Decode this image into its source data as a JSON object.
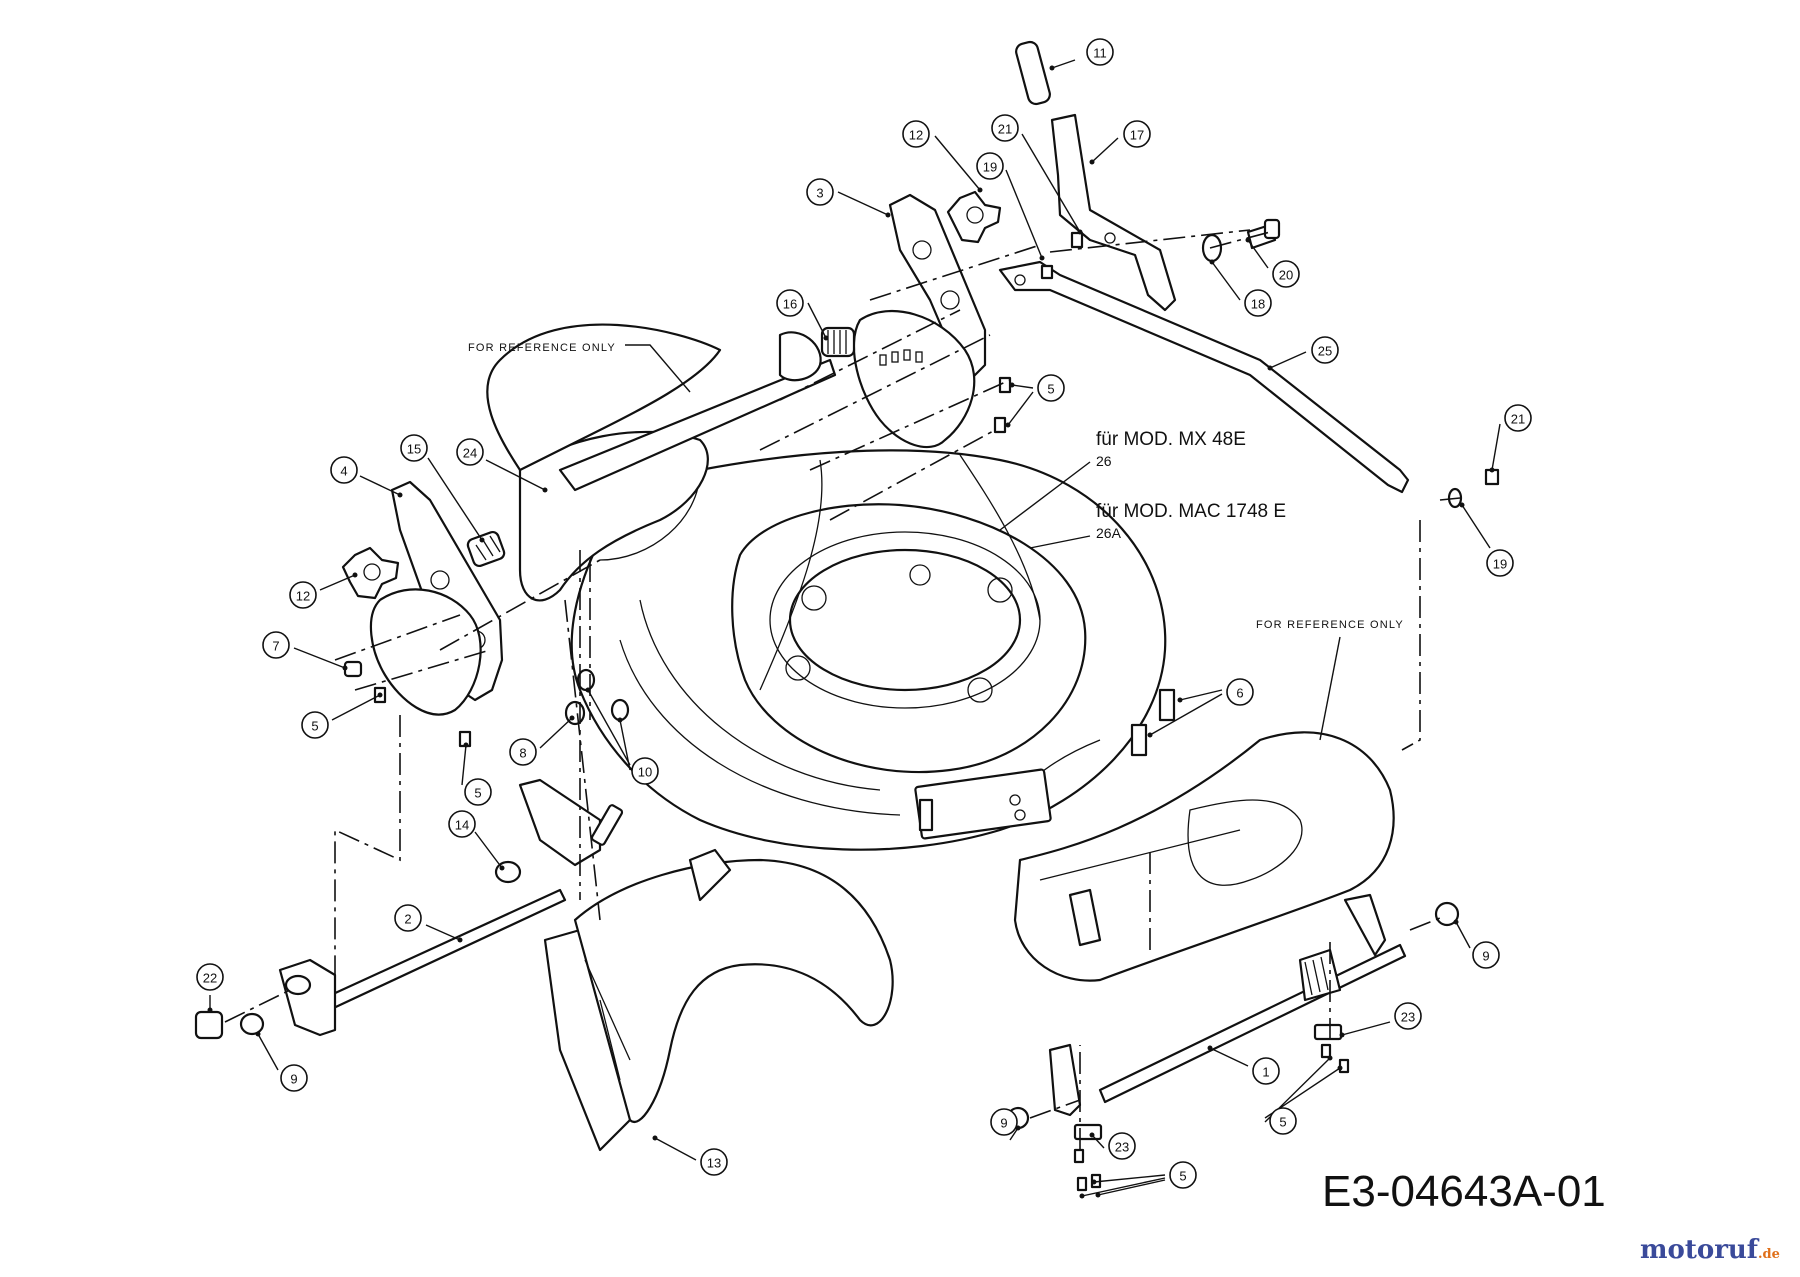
{
  "diagram": {
    "reference_note_top": "FOR REFERENCE ONLY",
    "reference_note_right": "FOR REFERENCE ONLY",
    "model_a": "für MOD.  MX 48E",
    "model_a_part": "26",
    "model_b": "für MOD.  MAC 1748 E",
    "model_b_part": "26A",
    "drawing_code": "E3-04643A-01",
    "watermark_main": "motoruf",
    "watermark_suffix": ".de",
    "callouts": [
      {
        "id": "c11",
        "num": "11"
      },
      {
        "id": "c17",
        "num": "17"
      },
      {
        "id": "c12a",
        "num": "12"
      },
      {
        "id": "c21a",
        "num": "21"
      },
      {
        "id": "c19a",
        "num": "19"
      },
      {
        "id": "c3",
        "num": "3"
      },
      {
        "id": "c20",
        "num": "20"
      },
      {
        "id": "c18",
        "num": "18"
      },
      {
        "id": "c16",
        "num": "16"
      },
      {
        "id": "c25",
        "num": "25"
      },
      {
        "id": "c5a",
        "num": "5"
      },
      {
        "id": "c21b",
        "num": "21"
      },
      {
        "id": "c19b",
        "num": "19"
      },
      {
        "id": "c15",
        "num": "15"
      },
      {
        "id": "c24",
        "num": "24"
      },
      {
        "id": "c4",
        "num": "4"
      },
      {
        "id": "c12b",
        "num": "12"
      },
      {
        "id": "c7",
        "num": "7"
      },
      {
        "id": "c5b",
        "num": "5"
      },
      {
        "id": "c8",
        "num": "8"
      },
      {
        "id": "c10",
        "num": "10"
      },
      {
        "id": "c5c",
        "num": "5"
      },
      {
        "id": "c6",
        "num": "6"
      },
      {
        "id": "c14",
        "num": "14"
      },
      {
        "id": "c2",
        "num": "2"
      },
      {
        "id": "c22",
        "num": "22"
      },
      {
        "id": "c9a",
        "num": "9"
      },
      {
        "id": "c13",
        "num": "13"
      },
      {
        "id": "c9b",
        "num": "9"
      },
      {
        "id": "c23a",
        "num": "23"
      },
      {
        "id": "c1",
        "num": "1"
      },
      {
        "id": "c5d",
        "num": "5"
      },
      {
        "id": "c9c",
        "num": "9"
      },
      {
        "id": "c23b",
        "num": "23"
      },
      {
        "id": "c5e",
        "num": "5"
      }
    ]
  },
  "colors": {
    "ink": "#111111",
    "paper": "#ffffff",
    "watermark_main": "#3a4a9a",
    "watermark_accent": "#e0701a"
  }
}
